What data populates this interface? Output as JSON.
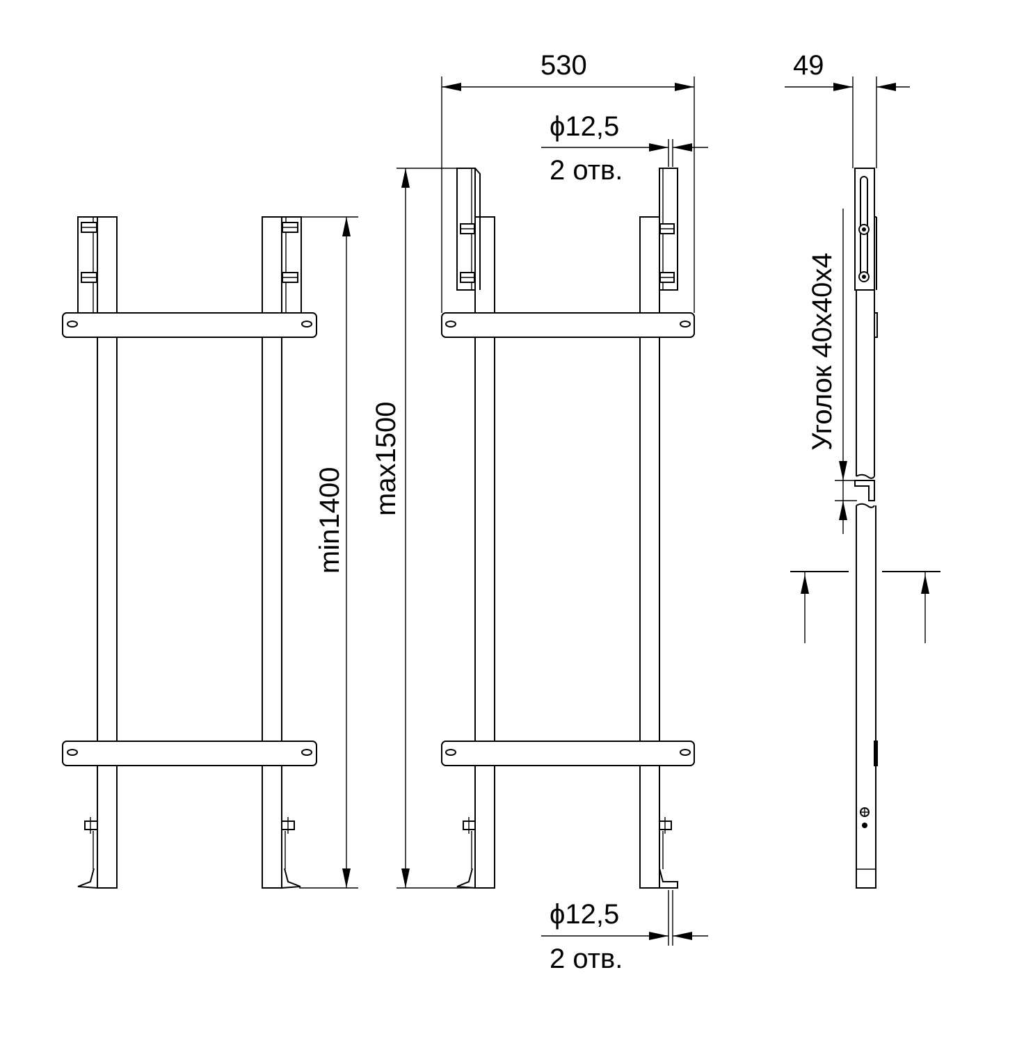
{
  "views": [
    "front-view-min",
    "front-view-max",
    "side-view"
  ],
  "dimensions": {
    "width_overall": "530",
    "depth_overall": "49",
    "hole_diameter_top": "ϕ12,5",
    "hole_count_top": "2 отв.",
    "hole_diameter_bottom": "ϕ12,5",
    "hole_count_bottom": "2 отв.",
    "height_min": "min1400",
    "height_max": "max1500",
    "angle_profile": "Уголок 40х40х4"
  }
}
